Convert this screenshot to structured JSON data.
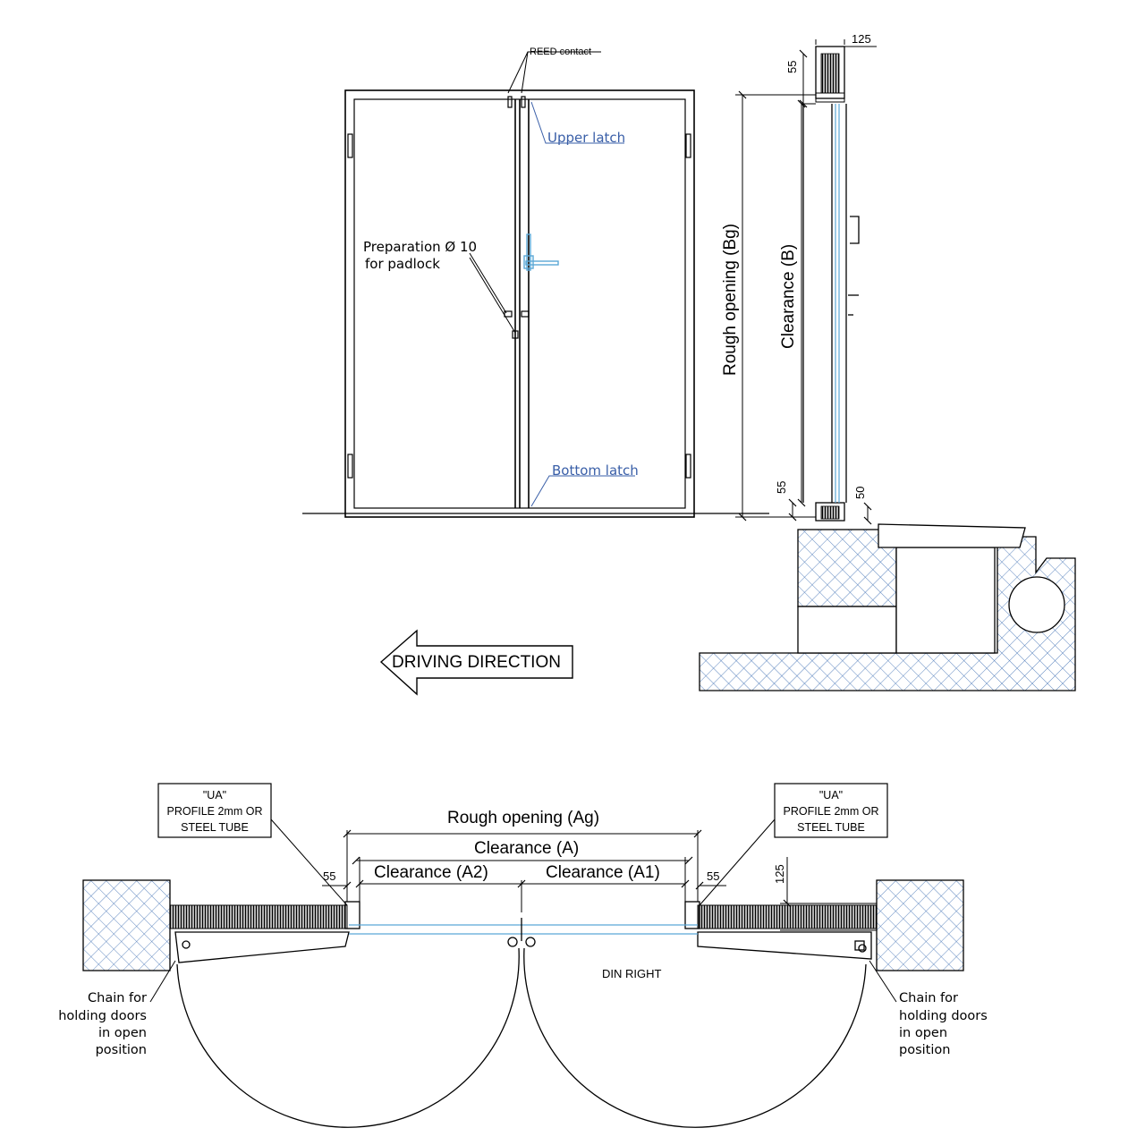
{
  "elevation": {
    "reed_contact": "REED contact",
    "upper_latch": "Upper latch",
    "bottom_latch": "Bottom latch",
    "padlock_line1": "Preparation Ø 10",
    "padlock_line2": "for padlock"
  },
  "section": {
    "rough_opening_bg": "Rough opening (Bg)",
    "clearance_b": "Clearance (B)",
    "dim_125": "125",
    "dim_55_top": "55",
    "dim_55_bottom": "55",
    "dim_50": "50"
  },
  "driving_direction": "DRIVING DIRECTION",
  "plan": {
    "ua_left": [
      "\"UA\"",
      "PROFILE 2mm OR",
      "STEEL TUBE"
    ],
    "ua_right": [
      "\"UA\"",
      "PROFILE 2mm OR",
      "STEEL TUBE"
    ],
    "rough_opening_ag": "Rough opening (Ag)",
    "clearance_a": "Clearance (A)",
    "clearance_a2": "Clearance (A2)",
    "clearance_a1": "Clearance (A1)",
    "dim_55_left": "55",
    "dim_55_right": "55",
    "dim_125": "125",
    "din_right": "DIN RIGHT",
    "chain_left": [
      "Chain for",
      "holding doors",
      "in open",
      "position"
    ],
    "chain_right": [
      "Chain for",
      "holding doors",
      "in open",
      "position"
    ]
  },
  "colors": {
    "line": "#000000",
    "callout_blue": "#3a5fa8",
    "glass_blue": "#5aa7d6",
    "hatch": "#4a78b8"
  }
}
